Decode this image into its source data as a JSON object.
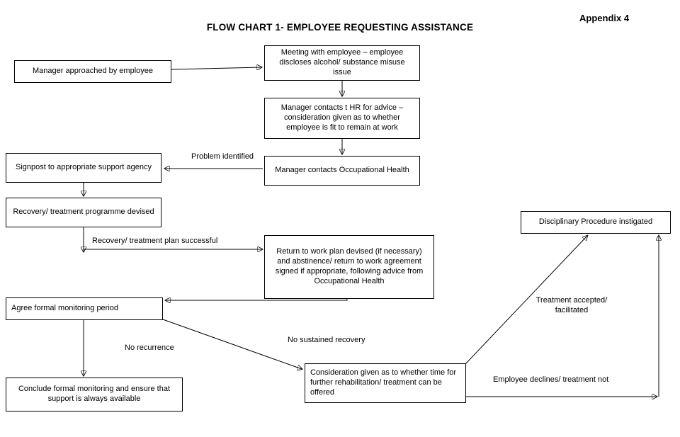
{
  "header": {
    "title": "FLOW CHART 1- EMPLOYEE REQUESTING ASSISTANCE",
    "appendix": "Appendix 4"
  },
  "nodes": [
    {
      "id": "manager-approached",
      "label": "Manager approached by employee"
    },
    {
      "id": "meeting-employee",
      "label": "Meeting with employee – employee discloses alcohol/ substance misuse issue"
    },
    {
      "id": "manager-contacts-hr",
      "label": "Manager contacts t HR for advice – consideration given as to whether employee is fit to remain at work"
    },
    {
      "id": "manager-contacts-occupational-health",
      "label": "Manager contacts Occupational Health"
    },
    {
      "id": "signpost-support-agency",
      "label": "Signpost to appropriate support agency"
    },
    {
      "id": "recovery-programme-devised",
      "label": "Recovery/ treatment programme devised"
    },
    {
      "id": "return-to-work-plan",
      "label": "Return to work plan devised (if necessary) and abstinence/ return to work agreement signed if appropriate, following advice from Occupational Health"
    },
    {
      "id": "disciplinary-procedure",
      "label": "Disciplinary Procedure instigated"
    },
    {
      "id": "agree-formal-monitoring",
      "label": "Agree formal monitoring period"
    },
    {
      "id": "conclude-formal-monitoring",
      "label": "Conclude formal monitoring and ensure that support is always available"
    },
    {
      "id": "consideration-further-rehab",
      "label": "Consideration given as to whether time for further rehabilitation/ treatment can be offered"
    }
  ],
  "edge_labels": [
    {
      "id": "problem-identified",
      "text": "Problem identified"
    },
    {
      "id": "recovery-plan-successful",
      "text": "Recovery/ treatment plan successful"
    },
    {
      "id": "treatment-accepted",
      "text": "Treatment accepted/ facilitated"
    },
    {
      "id": "no-recurrence",
      "text": "No recurrence"
    },
    {
      "id": "no-sustained-recovery",
      "text": "No sustained recovery"
    },
    {
      "id": "employee-declines",
      "text": "Employee declines/ treatment not"
    }
  ],
  "colors": {
    "background": "#ffffff",
    "box_border": "#000000",
    "line": "#000000",
    "text": "#000000"
  }
}
